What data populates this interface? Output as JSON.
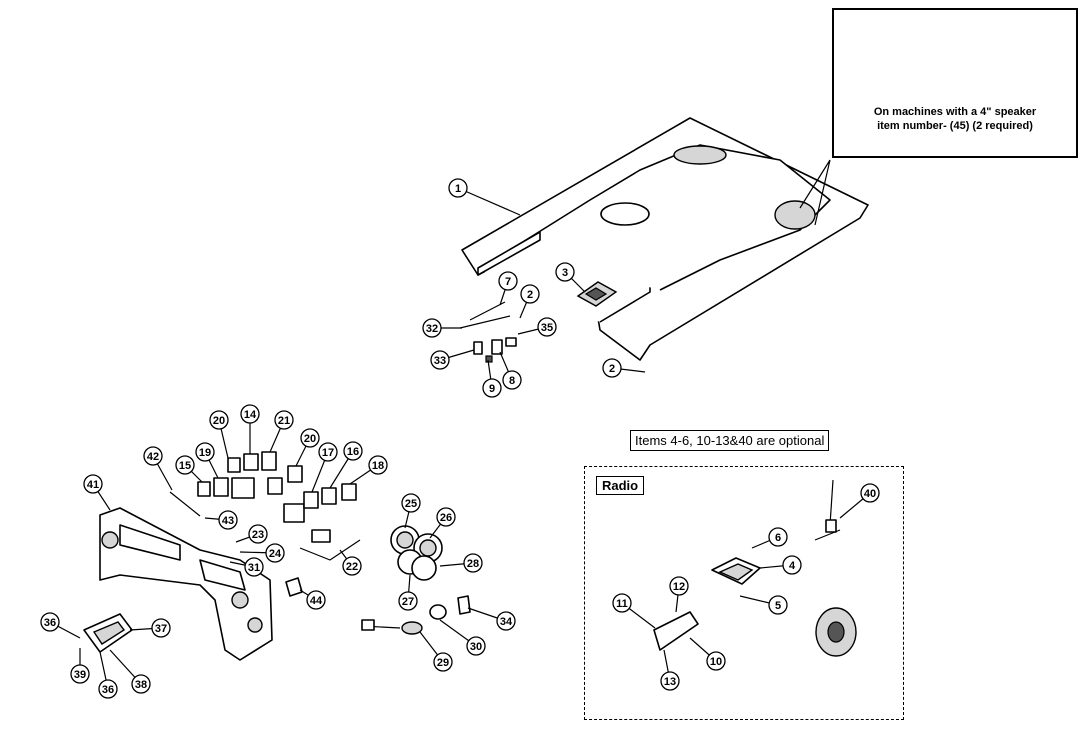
{
  "notes": {
    "speaker_line1": "On  machines with a 4\" speaker",
    "speaker_line2": "item number- (45) (2 required)",
    "optional": "Items 4-6, 10-13&40 are optional",
    "radio": "Radio"
  },
  "callouts": [
    "1",
    "2",
    "2",
    "3",
    "7",
    "32",
    "35",
    "33",
    "9",
    "8",
    "20",
    "14",
    "21",
    "20",
    "19",
    "15",
    "17",
    "16",
    "18",
    "42",
    "41",
    "43",
    "23",
    "24",
    "31",
    "22",
    "25",
    "26",
    "28",
    "27",
    "44",
    "36",
    "37",
    "39",
    "36",
    "38",
    "29",
    "30",
    "34",
    "40",
    "6",
    "4",
    "5",
    "11",
    "12",
    "10",
    "13"
  ]
}
